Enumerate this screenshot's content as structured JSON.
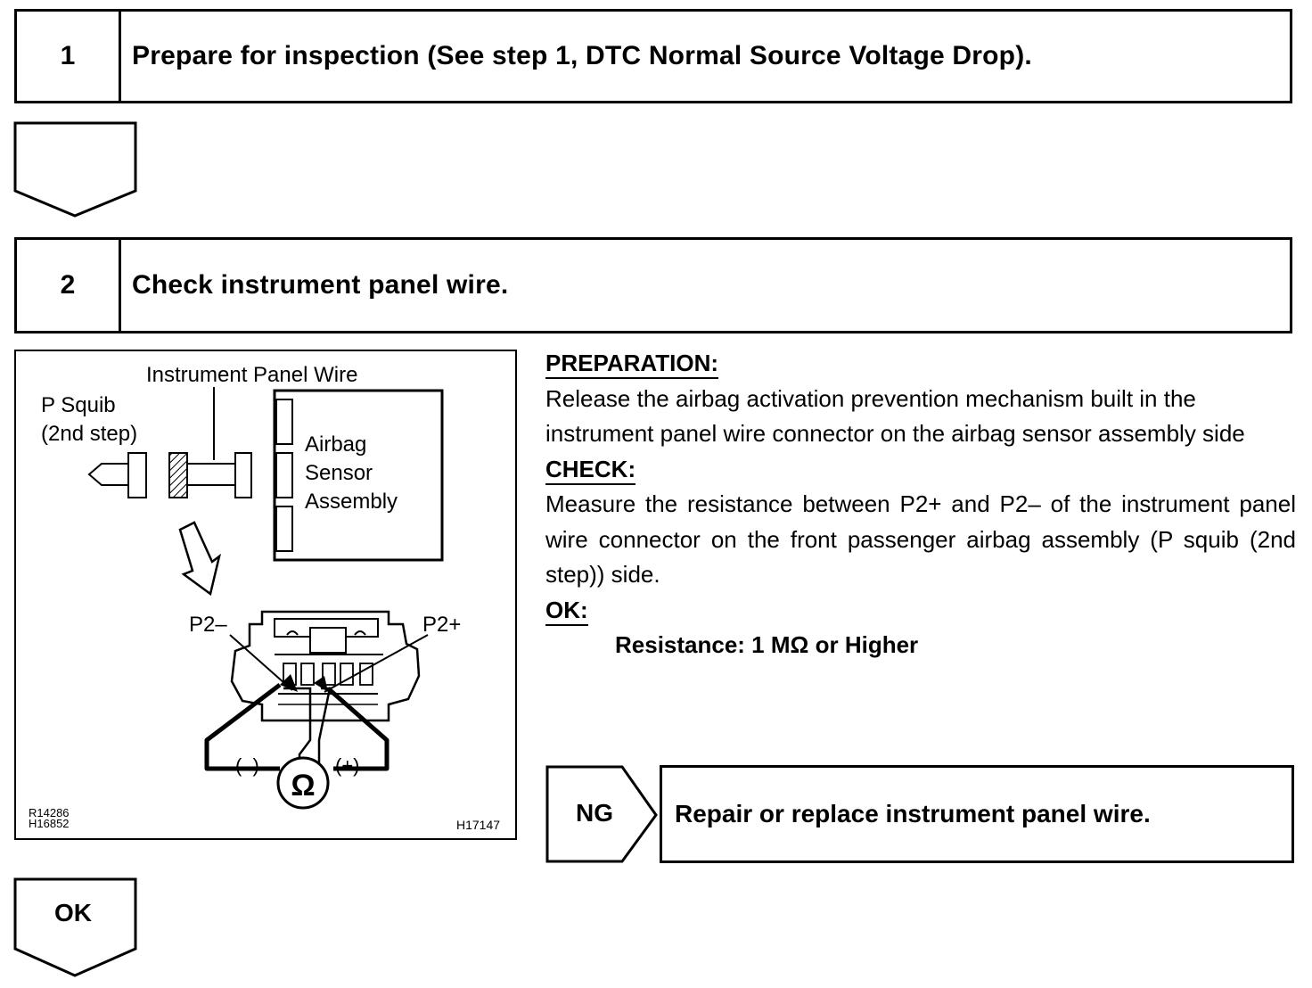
{
  "step1": {
    "number": "1",
    "title": "Prepare for inspection (See step 1, DTC Normal Source Voltage Drop)."
  },
  "step2": {
    "number": "2",
    "title": "Check instrument panel wire."
  },
  "illustration": {
    "instrument_panel_wire_label": "Instrument Panel Wire",
    "p_squib_label": "P Squib",
    "p_squib_step_label": "(2nd step)",
    "airbag_label_line1": "Airbag",
    "airbag_label_line2": "Sensor",
    "airbag_label_line3": "Assembly",
    "p2_minus_label": "P2–",
    "p2_plus_label": "P2+",
    "minus_probe_label": "(–)",
    "plus_probe_label": "(+)",
    "ohm_symbol": "Ω",
    "ref_code_1": "R14286",
    "ref_code_2": "H16852",
    "ref_code_3": "H17147"
  },
  "procedure": {
    "preparation_heading": "PREPARATION:",
    "preparation_text": "Release the airbag activation prevention mechanism built in the instrument panel wire connector on the airbag sensor assembly side",
    "check_heading": "CHECK:",
    "check_text": "Measure the resistance between P2+ and P2– of the instrument panel wire connector on the front passenger airbag assembly (P squib (2nd step)) side.",
    "ok_heading": "OK:",
    "ok_spec": "Resistance: 1 MΩ or Higher"
  },
  "ng": {
    "label": "NG",
    "action": "Repair or replace instrument panel wire."
  },
  "ok_arrow": {
    "label": "OK"
  }
}
